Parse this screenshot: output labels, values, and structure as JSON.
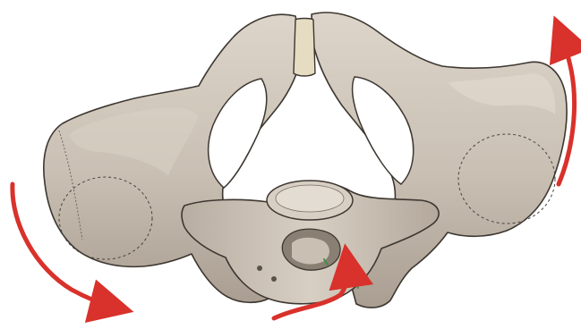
{
  "illustration": {
    "subject": "pelvis-superior-oblique-view",
    "colors": {
      "bone_fill": "#cfc6bb",
      "bone_light": "#e3dcd2",
      "bone_shadow": "#a89d90",
      "bone_dark": "#8a7f73",
      "outline": "#3d3731",
      "cartilage": "#e6dcc2",
      "arrow": "#d9312b",
      "accent_green": "#3f8f46",
      "background": "#ffffff"
    },
    "arrows": [
      {
        "name": "left-curved-arrow",
        "direction": "downward-to-right"
      },
      {
        "name": "right-curved-arrow",
        "direction": "upward"
      },
      {
        "name": "center-curved-arrow",
        "direction": "upward-into-sacrum"
      }
    ]
  }
}
